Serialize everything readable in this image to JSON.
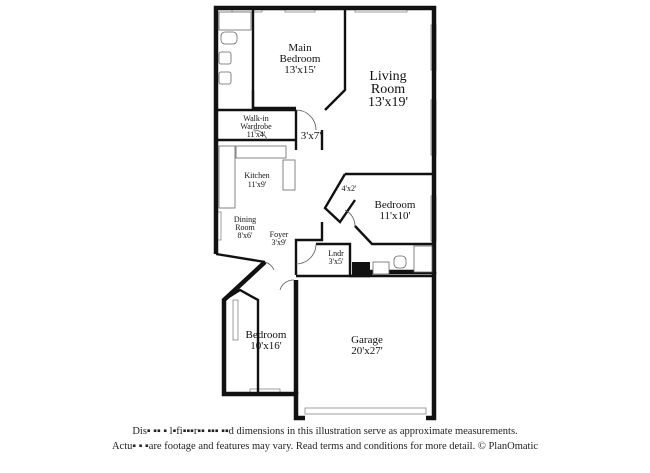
{
  "rooms": [
    {
      "key": "main_bedroom",
      "name_lines": [
        "Main",
        "Bedroom"
      ],
      "dims": "13'x15'"
    },
    {
      "key": "living_room",
      "name_lines": [
        "Living",
        "Room"
      ],
      "dims": "13'x19'"
    },
    {
      "key": "walk_in",
      "name_lines": [
        "Walk-in",
        "Wardrobe"
      ],
      "dims": "11'x4'"
    },
    {
      "key": "hall",
      "name_lines": [],
      "dims": "3'x7'"
    },
    {
      "key": "kitchen",
      "name_lines": [
        "Kitchen"
      ],
      "dims": "11'x9'"
    },
    {
      "key": "closet",
      "name_lines": [],
      "dims": "4'x2'"
    },
    {
      "key": "bedroom_right",
      "name_lines": [
        "Bedroom"
      ],
      "dims": "11'x10'"
    },
    {
      "key": "dining",
      "name_lines": [
        "Dining",
        "Room"
      ],
      "dims": "8'x6'"
    },
    {
      "key": "foyer",
      "name_lines": [
        "Foyer"
      ],
      "dims": "3'x9'"
    },
    {
      "key": "laundry",
      "name_lines": [
        "Lndr"
      ],
      "dims": "3'x5'"
    },
    {
      "key": "bedroom_left",
      "name_lines": [
        "Bedroom"
      ],
      "dims": "10'x16'"
    },
    {
      "key": "garage",
      "name_lines": [
        "Garage"
      ],
      "dims": "20'x27'"
    }
  ],
  "disclaimer": {
    "line1": "Dis▪ ▪▪ ▪ l▪fi▪▪▪r▪▪ ▪▪▪ ▪▪d dimensions in this illustration serve as approximate measurements.",
    "line2": "Actu▪ ▪ ▪are footage and features may vary. Read terms and conditions for more detail. © PlanOmatic"
  }
}
